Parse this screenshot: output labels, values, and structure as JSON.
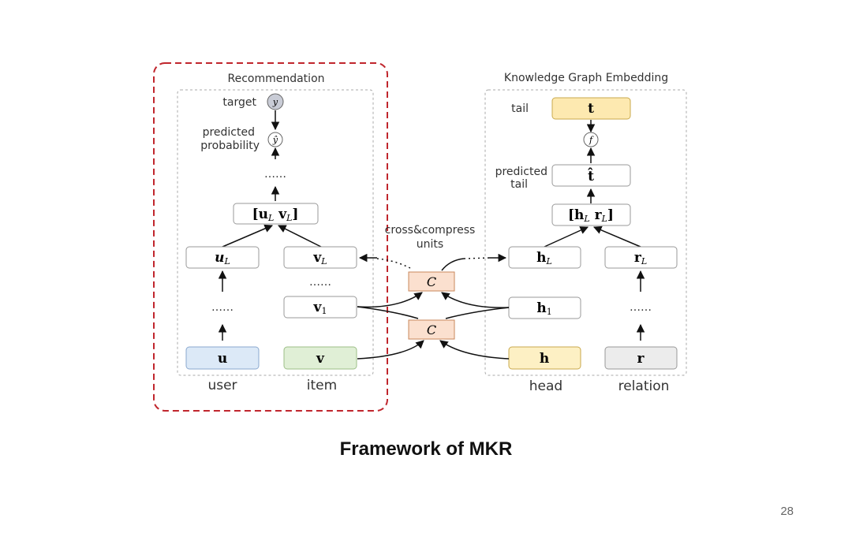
{
  "sections": {
    "recommendation_title": "Recommendation",
    "kge_title": "Knowledge Graph Embedding",
    "cross_label_line1": "cross&compress",
    "cross_label_line2": "units"
  },
  "left": {
    "target": "target",
    "predicted_line1": "predicted",
    "predicted_line2": "probability",
    "dots": "……",
    "concat": "[u",
    "concat_sub": "L",
    "concat_mid": " v",
    "concat_end": "]",
    "u_L": "u",
    "v_L": "v",
    "sub_L": "L",
    "v_1": "v",
    "sub_1": "1",
    "u": "u",
    "v": "v",
    "user": "user",
    "item": "item"
  },
  "right": {
    "tail": "tail",
    "t": "t",
    "f": "f",
    "predicted_line1": "predicted",
    "predicted_line2": "tail",
    "t_hat": "t̂",
    "concat_h": "[h",
    "concat_r": " r",
    "concat_end": "]",
    "h_L": "h",
    "r_L": "r",
    "h_1": "h",
    "h": "h",
    "r": "r",
    "head": "head",
    "relation": "relation",
    "y": "y",
    "y_hat": "ŷ"
  },
  "cc": {
    "label": "C"
  },
  "colors": {
    "red_dash": "#c0262d",
    "cc_fill": "#fbe0cf",
    "user_fill": "#dce9f7",
    "item_fill": "#e0efd6",
    "head_fill": "#fdf0c4",
    "tail_fill": "#fde9b0",
    "rel_fill": "#ececec"
  },
  "caption": "Framework of MKR",
  "page_number": "28"
}
